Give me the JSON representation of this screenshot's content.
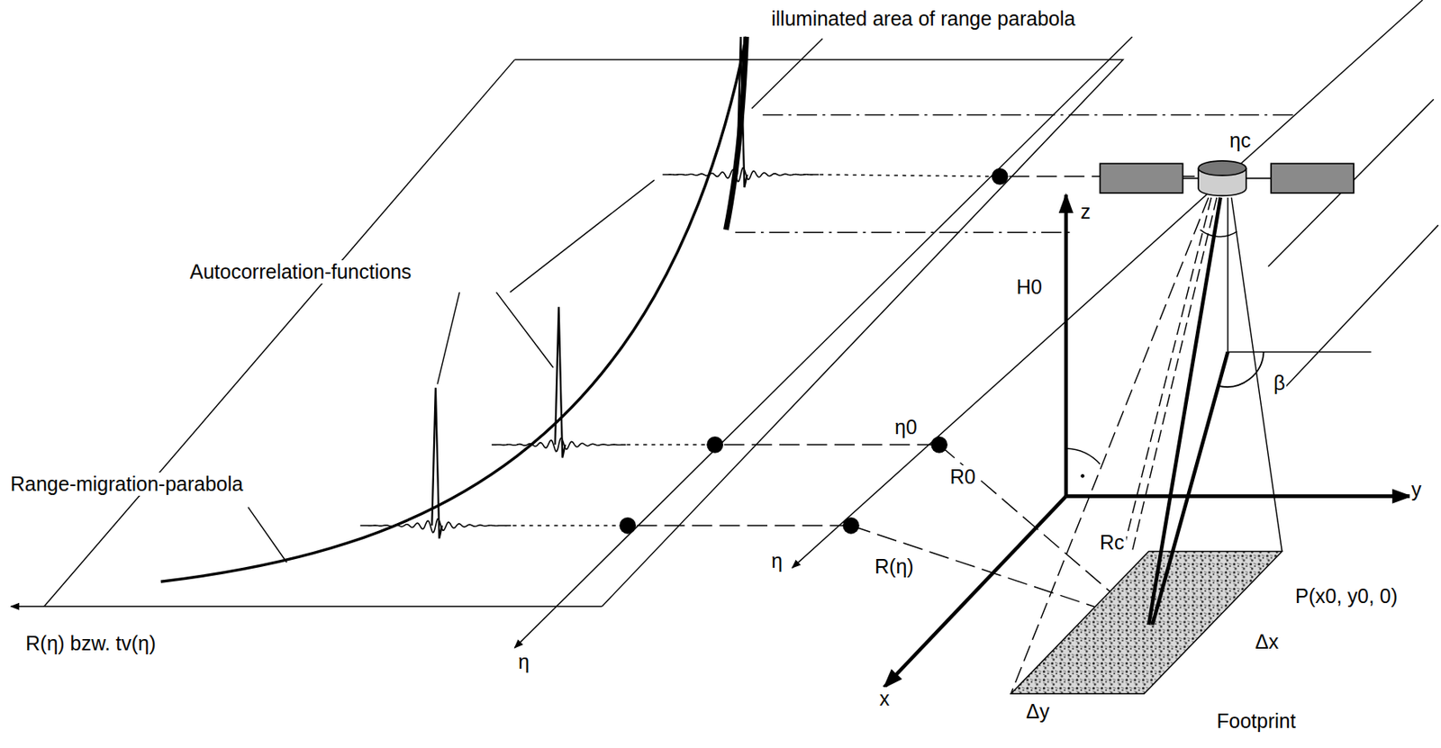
{
  "diagram": {
    "labels": [
      "illuminated area of range parabola",
      "ηc",
      "Autocorrelation-functions",
      "z",
      "H0",
      "β",
      "Range-migration-parabola",
      "η0",
      "R0",
      "y",
      "Rc",
      "η",
      "R(η)",
      "P(x0, y0, 0)",
      "Δx",
      "R(η) bzw. tv(η)",
      "η",
      "x",
      "Δy",
      "Footprint"
    ]
  }
}
